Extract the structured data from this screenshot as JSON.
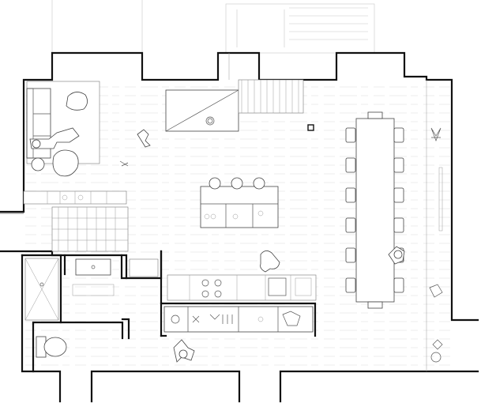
{
  "drawing": {
    "type": "architectural floor plan",
    "style": "black-and-white line drawing",
    "colors": {
      "walls": "#111111",
      "lines": "#555555",
      "floor_boards": "#d9d9d9",
      "background": "#ffffff"
    }
  },
  "rooms": [
    {
      "id": "living",
      "furniture": [
        "sofa",
        "armchair",
        "round-side-table",
        "rug",
        "person-figure"
      ]
    },
    {
      "id": "stair-core",
      "furniture": [
        "staircase",
        "stair-void"
      ]
    },
    {
      "id": "kitchen",
      "furniture": [
        "kitchen-island",
        "kitchen-counter",
        "cooktop",
        "sink",
        "shelving"
      ]
    },
    {
      "id": "dining",
      "furniture": [
        "dining-table",
        "dining-chairs",
        "plant"
      ]
    },
    {
      "id": "bathroom",
      "furniture": [
        "shower",
        "toilet",
        "washbasin"
      ]
    },
    {
      "id": "entrance",
      "furniture": [
        "secondary-stair",
        "person-figure"
      ]
    }
  ],
  "dining": {
    "chairs_per_side": 6
  }
}
